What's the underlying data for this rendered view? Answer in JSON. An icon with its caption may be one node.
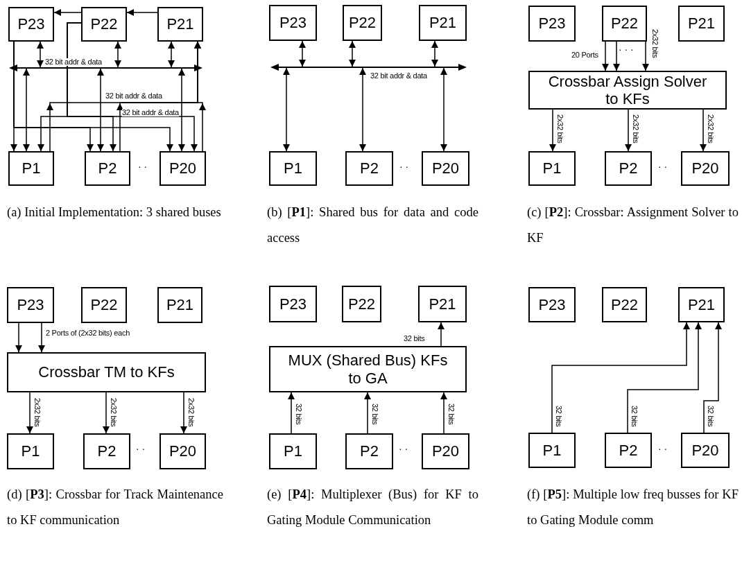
{
  "diagram": {
    "nodes": [
      {
        "text": [
          "P23"
        ]
      },
      {
        "text": [
          "P22"
        ]
      },
      {
        "text": [
          "P21"
        ]
      },
      {
        "text": [],
        "shape": "bar",
        "beside": [
          "32 bit addr & data"
        ]
      },
      {
        "text": [
          "P1"
        ]
      },
      {
        "text": [
          "P2"
        ]
      },
      {
        "text": [
          "P20"
        ]
      },
      {
        "text": [
          "P23"
        ]
      },
      {
        "text": [
          "P22"
        ]
      },
      {
        "text": [
          "P21"
        ]
      },
      {
        "text": [],
        "shape": "bar",
        "beside": [
          "32 bit addr & data"
        ]
      },
      {
        "text": [
          "P1"
        ]
      },
      {
        "text": [
          "P2"
        ]
      },
      {
        "text": [
          "P20"
        ]
      },
      {
        "text": [
          "P23"
        ]
      },
      {
        "text": [
          "P22"
        ]
      },
      {
        "text": [
          "P21"
        ]
      },
      {
        "text": [
          "Crossbar Assign Solver to KFs"
        ]
      },
      {
        "text": [
          "P1"
        ]
      },
      {
        "text": [
          "P2"
        ]
      },
      {
        "text": [
          "P20"
        ]
      },
      {
        "text": [
          "P23"
        ]
      },
      {
        "text": [
          "P22"
        ]
      },
      {
        "text": [
          "P21"
        ]
      },
      {
        "text": [
          "Crossbar TM to KFs"
        ]
      },
      {
        "text": [
          "P1"
        ]
      },
      {
        "text": [
          "P2"
        ]
      },
      {
        "text": [
          "P20"
        ]
      },
      {
        "text": [
          "P23"
        ]
      },
      {
        "text": [
          "P22"
        ]
      },
      {
        "text": [
          "P21"
        ]
      },
      {
        "text": [
          "MUX (Shared Bus) KFs to GA"
        ]
      },
      {
        "text": [
          "P1"
        ]
      },
      {
        "text": [
          "P2"
        ]
      },
      {
        "text": [
          "P20"
        ]
      },
      {
        "text": [
          "P23"
        ]
      },
      {
        "text": [
          "P22"
        ]
      },
      {
        "text": [
          "P21"
        ]
      },
      {
        "text": [
          "P1"
        ]
      },
      {
        "text": [
          "P2"
        ]
      },
      {
        "text": [
          "P20"
        ]
      }
    ],
    "edges": [
      {
        "from": 2,
        "to": 1,
        "arrow": "to"
      },
      {
        "from": 1,
        "to": 0,
        "arrow": "to"
      },
      {
        "from": 0,
        "to": 3,
        "arrow": "both"
      },
      {
        "from": 1,
        "to": 3,
        "arrow": "both"
      },
      {
        "from": 2,
        "to": 3,
        "arrow": "both"
      },
      {
        "from": 3,
        "to": 4,
        "arrow": "both"
      },
      {
        "from": 3,
        "to": 5,
        "arrow": "both"
      },
      {
        "from": 3,
        "to": 6,
        "arrow": "both"
      },
      {
        "from": 4,
        "to": 2,
        "arrow": "to",
        "label": "32 bit addr & data"
      },
      {
        "from": 5,
        "to": 2,
        "arrow": "to"
      },
      {
        "from": 6,
        "to": 2,
        "arrow": "to"
      },
      {
        "from": 1,
        "to": 4,
        "arrow": "to"
      },
      {
        "from": 1,
        "to": 5,
        "arrow": "to"
      },
      {
        "from": 1,
        "to": 6,
        "arrow": "to",
        "label": "32 bit addr & data"
      },
      {
        "from": 0,
        "to": 4,
        "arrow": "to"
      },
      {
        "from": 0,
        "to": 5,
        "arrow": "to"
      },
      {
        "from": 0,
        "to": 6,
        "arrow": "to"
      },
      {
        "from": 7,
        "to": 10,
        "arrow": "both"
      },
      {
        "from": 8,
        "to": 10,
        "arrow": "both"
      },
      {
        "from": 9,
        "to": 10,
        "arrow": "both"
      },
      {
        "from": 10,
        "to": 11,
        "arrow": "both"
      },
      {
        "from": 10,
        "to": 12,
        "arrow": "both"
      },
      {
        "from": 10,
        "to": 13,
        "arrow": "both"
      },
      {
        "from": 15,
        "to": 17,
        "arrow": "to",
        "label": "20 Ports"
      },
      {
        "from": 15,
        "to": 17,
        "arrow": "to"
      },
      {
        "from": 15,
        "to": 17,
        "arrow": "to",
        "label": "2x32 bits"
      },
      {
        "from": 17,
        "to": 18,
        "arrow": "to",
        "label": "2x32 bits"
      },
      {
        "from": 17,
        "to": 19,
        "arrow": "to",
        "label": "2x32 bits"
      },
      {
        "from": 17,
        "to": 20,
        "arrow": "to",
        "label": "2x32 bits"
      },
      {
        "from": 21,
        "to": 24,
        "arrow": "to"
      },
      {
        "from": 21,
        "to": 24,
        "arrow": "to",
        "label": "2 Ports of (2x32 bits) each"
      },
      {
        "from": 24,
        "to": 25,
        "arrow": "to",
        "label": "2x32 bits"
      },
      {
        "from": 24,
        "to": 26,
        "arrow": "to",
        "label": "2x32 bits"
      },
      {
        "from": 24,
        "to": 27,
        "arrow": "to",
        "label": "2x32 bits"
      },
      {
        "from": 31,
        "to": 30,
        "arrow": "to",
        "label": "32 bits"
      },
      {
        "from": 32,
        "to": 31,
        "arrow": "to",
        "label": "32 bits"
      },
      {
        "from": 33,
        "to": 31,
        "arrow": "to",
        "label": "32 bits"
      },
      {
        "from": 34,
        "to": 31,
        "arrow": "to",
        "label": "32 bits"
      },
      {
        "from": 38,
        "to": 37,
        "arrow": "to",
        "label": "32 bits"
      },
      {
        "from": 39,
        "to": 37,
        "arrow": "to",
        "label": "32 bits"
      },
      {
        "from": 40,
        "to": 37,
        "arrow": "to",
        "label": "32 bits"
      }
    ],
    "labels": [
      "· · ·",
      "· ·",
      "· ·",
      "· ·",
      "(a) Initial Implementation: 3 shared buses",
      "(b) [**P1**]: Shared bus for data and code access",
      "(c) [**P2**]: Crossbar: Assignment Solver to KF",
      "· ·",
      "· ·",
      "· ·",
      "(d) [**P3**]: Crossbar for Track Maintenance to KF communication",
      "(e) [**P4**]: Multiplexer (Bus) for KF to Gating Module Communication",
      "(f) [**P5**]: Multiple low freq busses for KF to Gating Module comm"
    ]
  }
}
